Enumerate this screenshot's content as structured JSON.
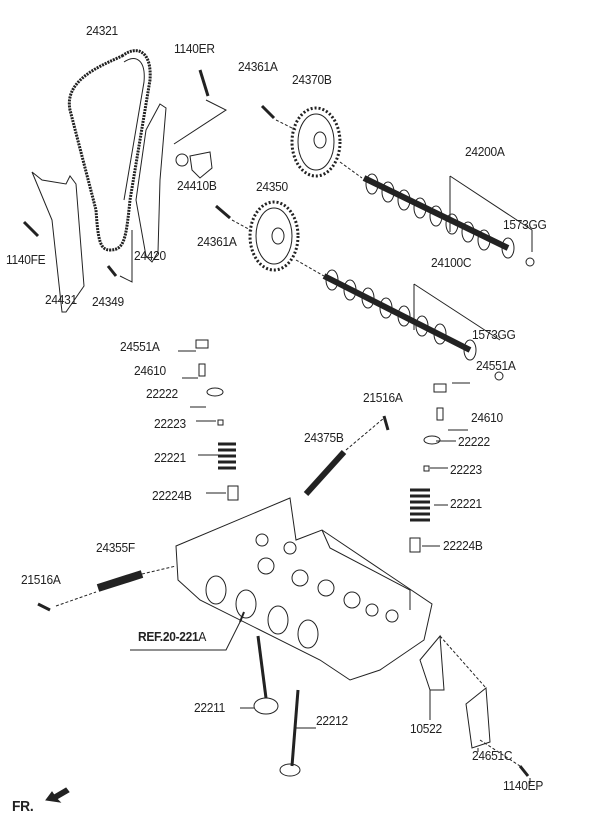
{
  "labels": {
    "p24321": "24321",
    "p1140ER": "1140ER",
    "p24361A_top": "24361A",
    "p24370B": "24370B",
    "p24200A": "24200A",
    "p24410B": "24410B",
    "p24350": "24350",
    "p24361A_mid": "24361A",
    "p1573GG_top": "1573GG",
    "p24420": "24420",
    "p1140FE": "1140FE",
    "p24100C": "24100C",
    "p24431": "24431",
    "p24349": "24349",
    "p1573GG_mid": "1573GG",
    "p24551A_left": "24551A",
    "p24610_left": "24610",
    "p24551A_right": "24551A",
    "p22222_left": "22222",
    "p21516A_top": "21516A",
    "p24610_right": "24610",
    "p22223_left": "22223",
    "p24375B": "24375B",
    "p22222_right": "22222",
    "p22221_left": "22221",
    "p22223_right": "22223",
    "p22224B_left": "22224B",
    "p22221_right": "22221",
    "p22224B_right": "22224B",
    "p24355F": "24355F",
    "p21516A_left": "21516A",
    "ref_main": "REF.20-221",
    "ref_suffix": "A",
    "p22211": "22211",
    "p22212": "22212",
    "p10522": "10522",
    "p24651C": "24651C",
    "p1140EP": "1140EP",
    "front_marker": "FR."
  },
  "icons": {
    "front_arrow": "arrow-down-left-icon"
  },
  "colors": {
    "line": "#222222",
    "background": "#ffffff"
  }
}
